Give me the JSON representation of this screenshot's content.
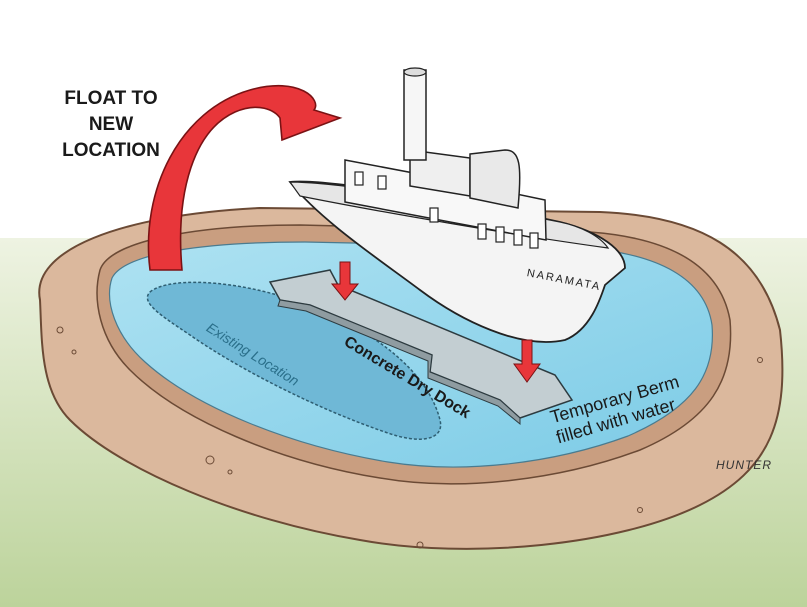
{
  "labels": {
    "float_line1": "FLOAT TO",
    "float_line2": "NEW",
    "float_line3": "LOCATION",
    "dock": "Concrete Dry Dock",
    "existing": "Existing Location",
    "berm_line1": "Temporary Berm",
    "berm_line2": "filled with water",
    "ship_name": "NARAMATA",
    "signature": "HUNTER"
  },
  "colors": {
    "arrow": "#e8363a",
    "water": "#8fd3ea",
    "berm": "#d9b59a",
    "ground": "#c9dcae",
    "dock": "#b7c3c8",
    "ship": "#f2f2f2"
  }
}
